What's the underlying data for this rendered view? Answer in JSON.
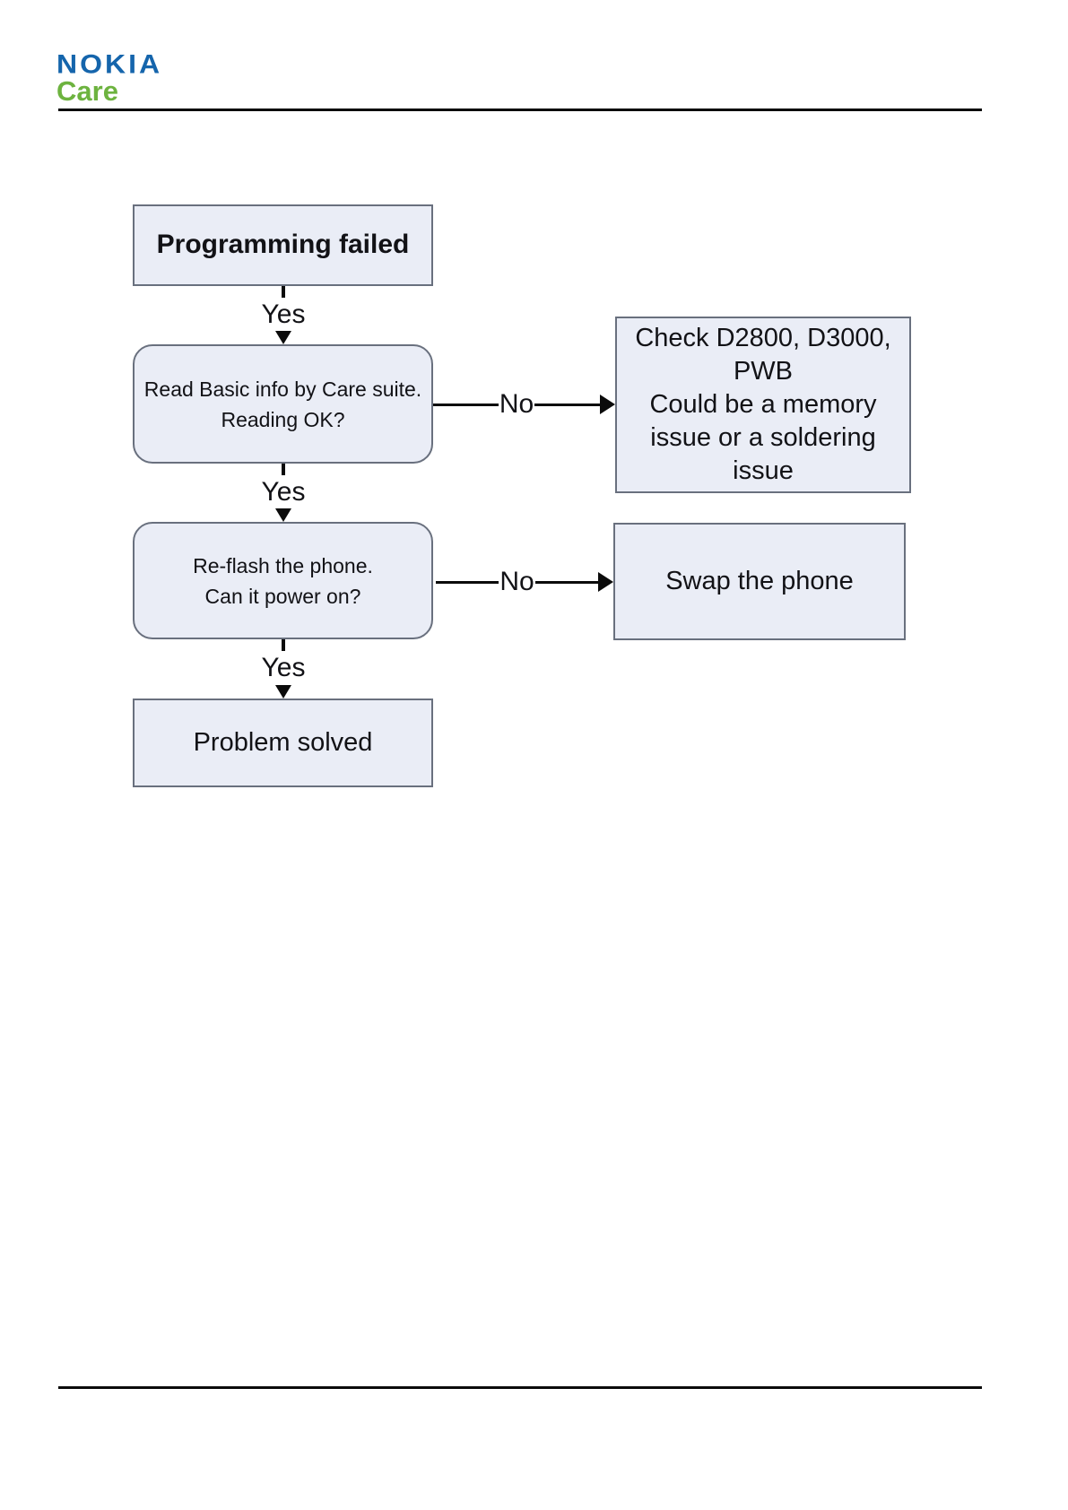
{
  "brand": {
    "name": "NOKIA",
    "sub": "Care"
  },
  "colors": {
    "nokia-blue": "#1565ac",
    "care-green": "#6db33f",
    "box-fill": "#eaedf6",
    "box-border": "#69707e",
    "ink": "#121216"
  },
  "flow": {
    "start": {
      "label": "Programming failed"
    },
    "read_basic": {
      "lines": [
        "Read Basic info by Care suite.",
        "Reading OK?"
      ]
    },
    "check_memory": {
      "lines": [
        "Check D2800, D3000,",
        "PWB",
        "Could be a memory",
        "issue or a soldering",
        "issue"
      ]
    },
    "reflash": {
      "lines": [
        "Re-flash the phone.",
        "Can it power on?"
      ]
    },
    "swap": {
      "label": "Swap the phone"
    },
    "solved": {
      "label": "Problem solved"
    },
    "labels": {
      "yes": "Yes",
      "no": "No"
    }
  }
}
